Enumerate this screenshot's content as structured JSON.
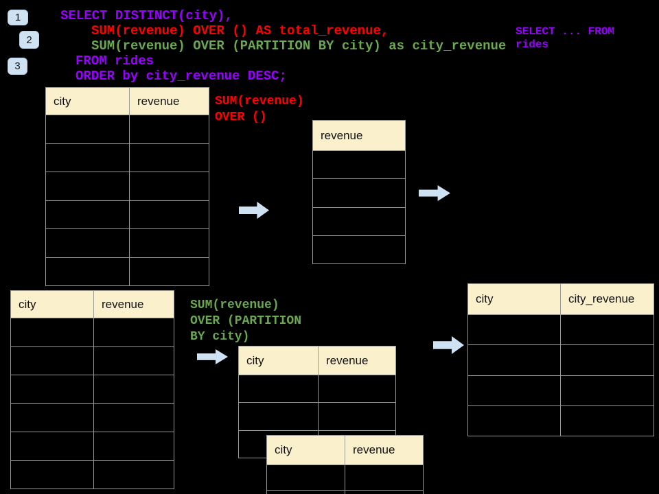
{
  "colors": {
    "background": "#000000",
    "purple": "#9900ff",
    "red": "#ff0000",
    "green": "#6aa84f",
    "arrow_fill": "#cfe2f3",
    "badge_fill": "#cfe2f3",
    "table_header_bg": "#faf0cc",
    "table_border": "#9a9a9a"
  },
  "badges": {
    "one": "1",
    "two": "2",
    "three": "3"
  },
  "sql": {
    "line1": "SELECT DISTINCT(city),",
    "line2": "SUM(revenue) OVER () AS total_revenue,",
    "line3": "SUM(revenue) OVER (PARTITION BY city) as city_revenue",
    "line4": "FROM rides",
    "line5": "ORDER by city_revenue DESC;"
  },
  "notes": {
    "subquery": {
      "line1": "SELECT ... FROM",
      "line2": "rides"
    },
    "total": {
      "line1": "SUM(revenue)",
      "line2": "OVER ()"
    },
    "partition": {
      "line1": "SUM(revenue)",
      "line2": "OVER (PARTITION",
      "line3": "BY city)"
    }
  },
  "tables": {
    "source_top": {
      "headers": [
        "city",
        "revenue"
      ],
      "body_rows": 6
    },
    "total_revenue": {
      "headers": [
        "revenue"
      ],
      "body_rows": 4
    },
    "source_bottom": {
      "headers": [
        "city",
        "revenue"
      ],
      "body_rows": 6
    },
    "partition_step": {
      "headers": [
        "city",
        "revenue"
      ],
      "body_rows": 3
    },
    "partition_overlap": {
      "headers": [
        "city",
        "revenue"
      ],
      "body_rows": 2
    },
    "city_revenue": {
      "headers": [
        "city",
        "city_revenue"
      ],
      "body_rows": 4
    }
  }
}
